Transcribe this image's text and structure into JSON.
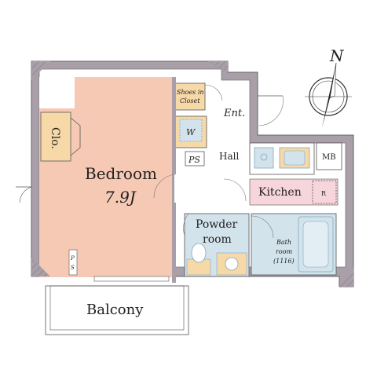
{
  "compass": {
    "north_label": "N"
  },
  "rooms": {
    "bedroom": {
      "name": "Bedroom",
      "size": "7.9J"
    },
    "closet": "Clo.",
    "shoes_in_closet": [
      "Shoes in",
      "Closet"
    ],
    "entrance": "Ent.",
    "washer": "W",
    "ps_upper": "PS",
    "ps_lower": [
      "P",
      "S"
    ],
    "hall": "Hall",
    "mb": "MB",
    "kitchen": "Kitchen",
    "refrigerator": "R",
    "powder_room": [
      "Powder",
      "room"
    ],
    "bath_room": [
      "Bath",
      "room",
      "(1116)"
    ],
    "balcony": "Balcony"
  },
  "colors": {
    "wall": "#a89fa8",
    "bedroom_floor": "#f6c9b5",
    "closet_fill": "#f7d9a8",
    "kitchen_fill": "#f7d5dd",
    "wet_area_fill": "#d3e3ec",
    "fixture_outline": "#7fa7c0",
    "line": "#555555"
  }
}
